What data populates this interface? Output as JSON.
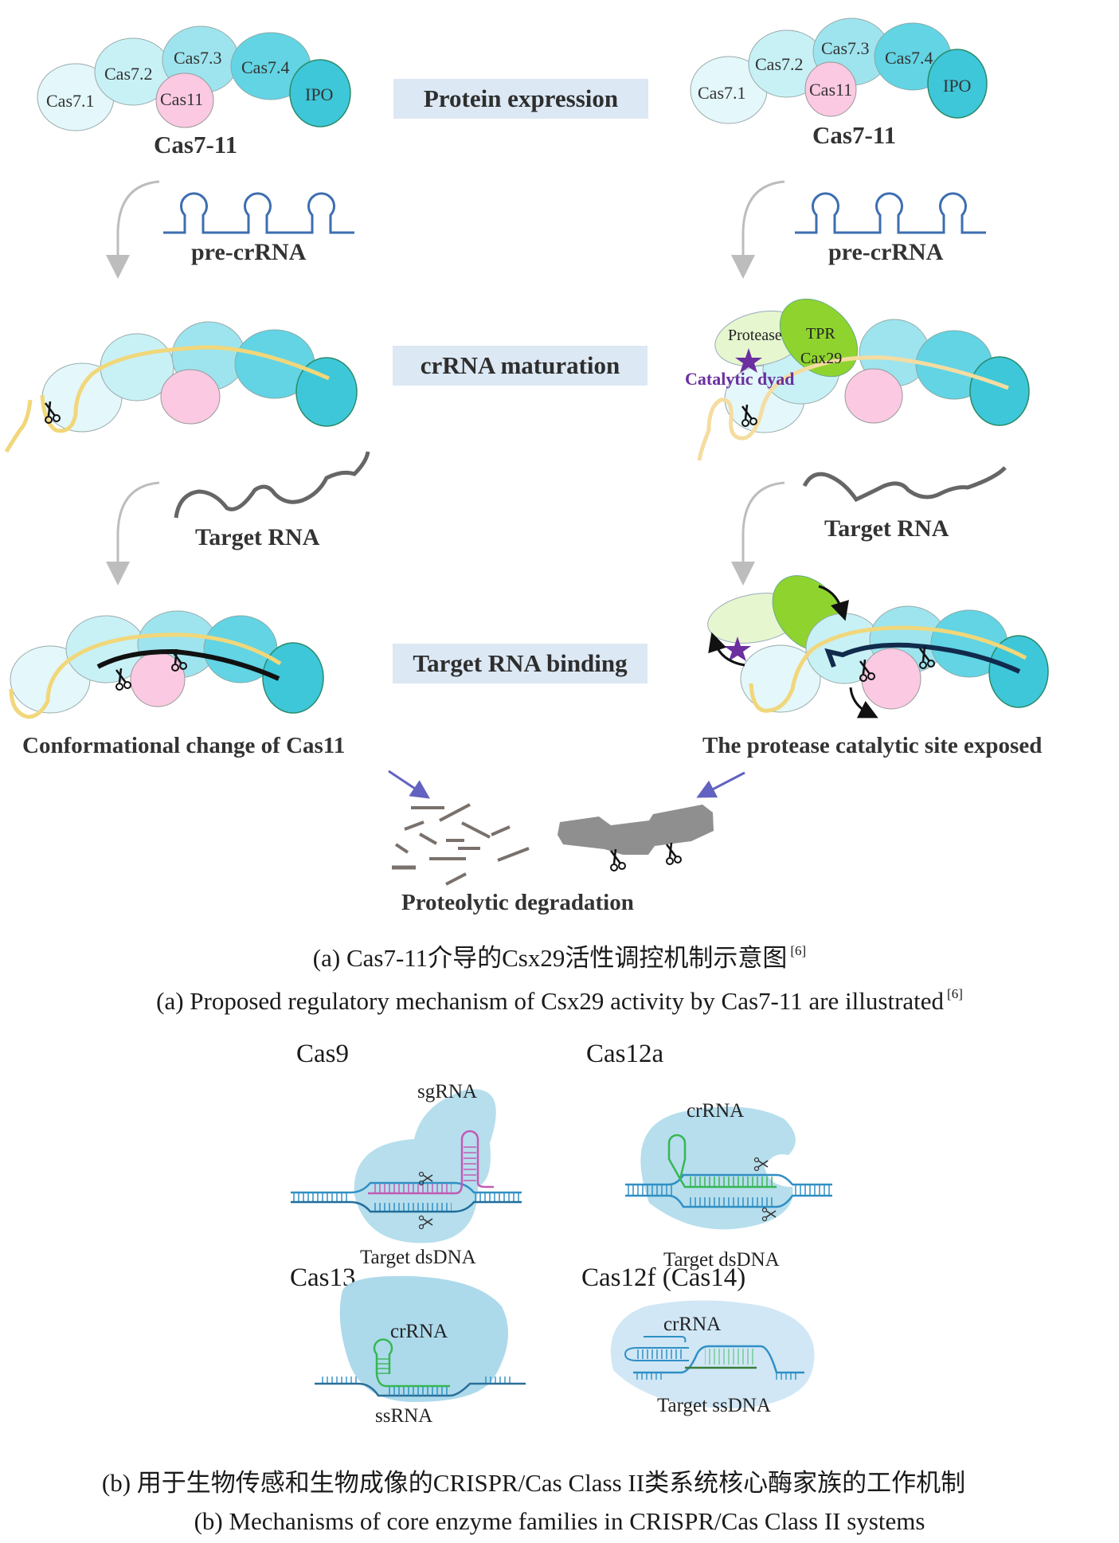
{
  "panel_a": {
    "steps": [
      {
        "label": "Protein expression"
      },
      {
        "label": "crRNA maturation"
      },
      {
        "label": "Target RNA binding"
      }
    ],
    "complex_name": "Cas7-11",
    "subunits": [
      "Cas7.1",
      "Cas7.2",
      "Cas7.3",
      "Cas7.4",
      "Cas11",
      "IPO"
    ],
    "pre_crrna_label": "pre-crRNA",
    "target_rna_label": "Target RNA",
    "csx29_labels": {
      "protease": "Protease",
      "tpr": "TPR",
      "cax29": "Cax29",
      "catalytic_dyad": "Catalytic dyad"
    },
    "left_outcome": "Conformational change of Cas11",
    "right_outcome": "The protease catalytic site exposed",
    "final_outcome": "Proteolytic degradation",
    "colors": {
      "cas7_1": "#e4f7fa",
      "cas7_2": "#c8f1f6",
      "cas7_3": "#9ee4ee",
      "cas7_4": "#62d4e4",
      "ipo": "#3ec7d9",
      "cas11": "#fbc9e2",
      "protease": "#e6f6cf",
      "tpr": "#8fd42e",
      "crrna": "#f1d77a",
      "pre_crrna": "#3d6eb0",
      "target_rna": "#666666",
      "catalytic_star": "#6b2fa0",
      "step_box": "#dce8f4",
      "pointer_arrow": "#6262c0"
    },
    "caption_cn": "(a) Cas7-11介导的Csx29活性调控机制示意图",
    "caption_cn_ref": "[6]",
    "caption_en": "(a) Proposed regulatory mechanism of Csx29 activity by Cas7-11 are illustrated",
    "caption_en_ref": "[6]"
  },
  "panel_b": {
    "enzymes": [
      {
        "name": "Cas9",
        "guide": "sgRNA",
        "target": "Target dsDNA"
      },
      {
        "name": "Cas12a",
        "guide": "crRNA",
        "target": "Target dsDNA"
      },
      {
        "name": "Cas13",
        "guide": "crRNA",
        "target": "ssRNA"
      },
      {
        "name": "Cas12f (Cas14)",
        "guide": "crRNA",
        "target": "Target ssDNA"
      }
    ],
    "colors": {
      "protein_body": "#a9d8ea",
      "dna": "#2f8fc4",
      "sgrna": "#c05cb4",
      "crrna": "#38b654"
    },
    "caption_cn": "(b) 用于生物传感和生物成像的CRISPR/Cas Class II类系统核心酶家族的工作机制",
    "caption_en": "(b) Mechanisms of core enzyme families in CRISPR/Cas Class II systems"
  }
}
